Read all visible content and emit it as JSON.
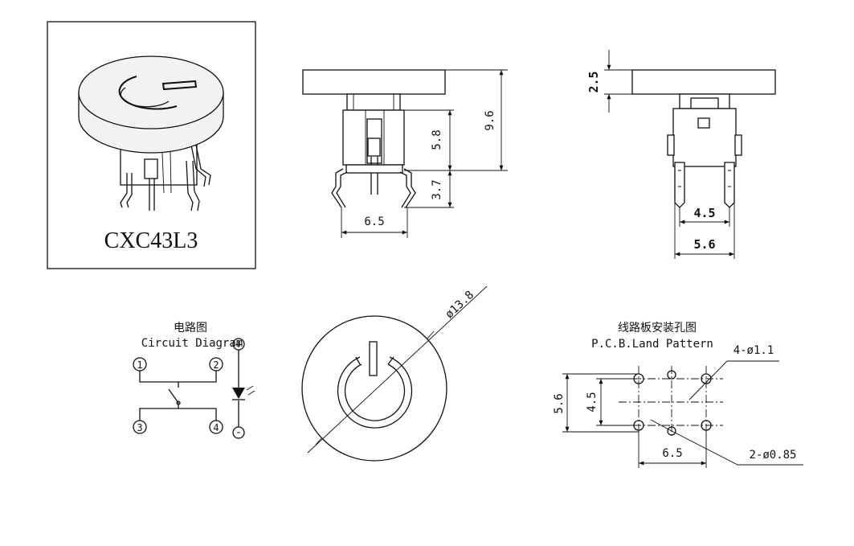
{
  "product": {
    "model": "CXC43L3"
  },
  "front_view": {
    "dim_total_height": "9.6",
    "dim_body_height": "5.8",
    "dim_pin_length": "3.7",
    "dim_pin_span": "6.5"
  },
  "side_view": {
    "dim_cap_height": "2.5",
    "dim_inner_pins": "4.5",
    "dim_outer_pins": "5.6"
  },
  "circuit": {
    "title_cn": "电路图",
    "title_en": "Circuit Diagram",
    "pins": [
      "1",
      "2",
      "3",
      "4"
    ],
    "led_plus": "+",
    "led_minus": "-"
  },
  "top_view": {
    "dim_diameter": "ø13.8"
  },
  "pcb": {
    "title_cn": "线路板安装孔图",
    "title_en": "P.C.B.Land Pattern",
    "hole_large": "4-ø1.1",
    "hole_small": "2-ø0.85",
    "dim_height_outer": "5.6",
    "dim_height_inner": "4.5",
    "dim_width": "6.5"
  },
  "colors": {
    "line": "#111111",
    "cap_fill": "#f2f2f2",
    "background": "#ffffff"
  }
}
